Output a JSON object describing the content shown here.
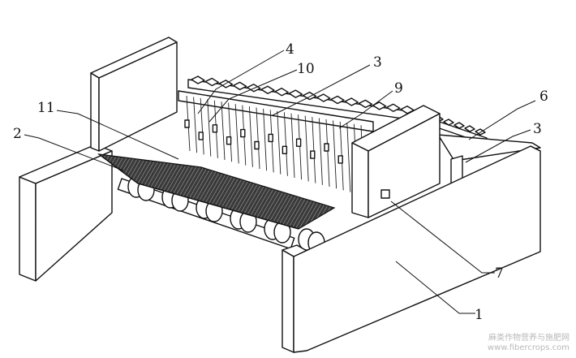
{
  "labels": {
    "l1": "1",
    "l2": "2",
    "l3a": "3",
    "l3b": "3",
    "l4": "4",
    "l6": "6",
    "l7": "7",
    "l9": "9",
    "l10": "10",
    "l11": "11"
  },
  "watermark": {
    "line1": "麻类作物营养与施肥网",
    "line2": "www.fibercrops.com"
  },
  "colors": {
    "ink": "#111111",
    "mesh": "#2a2a2a",
    "watermark": "#b9b9b9"
  }
}
